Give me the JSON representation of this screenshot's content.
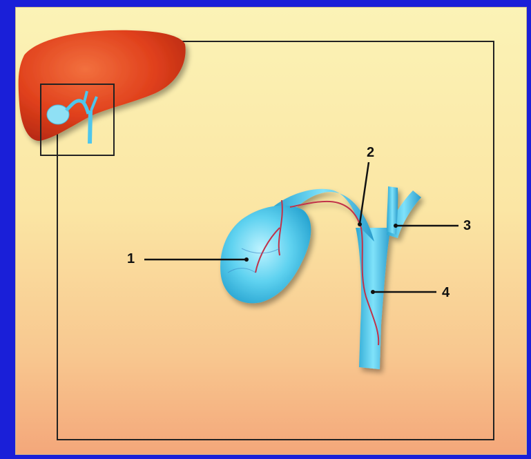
{
  "labels": {
    "l1": "1",
    "l2": "2",
    "l3": "3",
    "l4": "4"
  },
  "colors": {
    "background": "#1a1fd8",
    "liver": "#e0401c",
    "bile_duct": "#3cc2e6",
    "artery": "#c0304a"
  }
}
